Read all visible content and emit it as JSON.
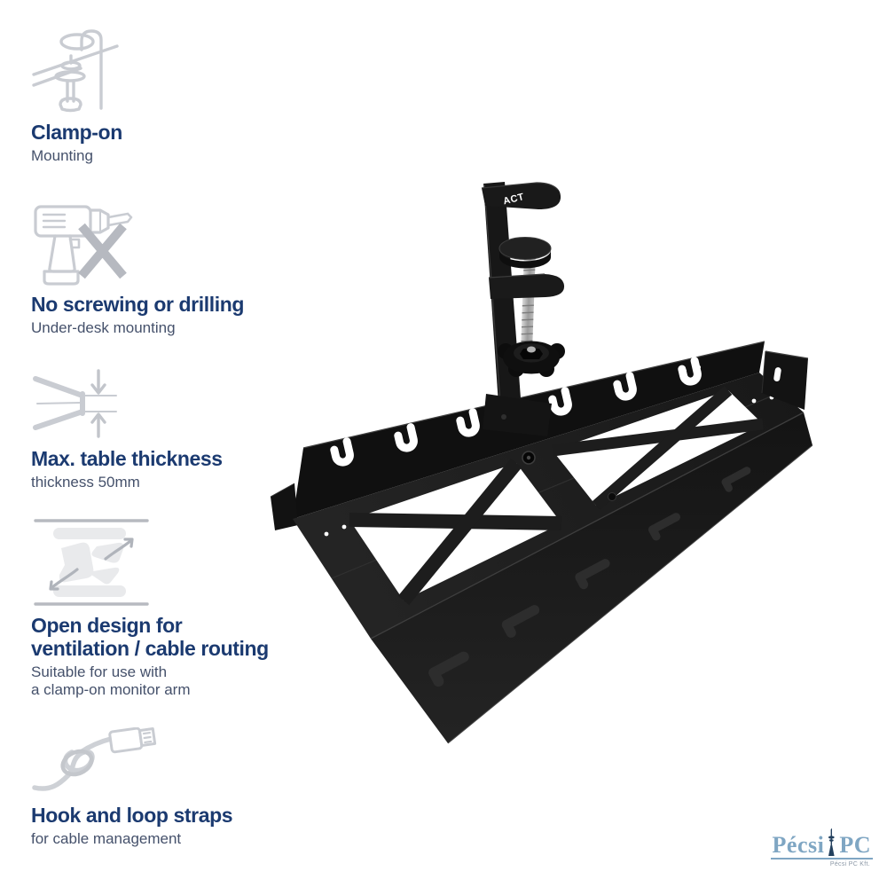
{
  "page": {
    "background": "#ffffff"
  },
  "colors": {
    "heading_navy": "#1b3a70",
    "subtext_blue_gray": "#45516b",
    "icon_line_gray": "#c9ccd2",
    "icon_accent_gray": "#b6b9c0",
    "product_black": "#1b1b1b",
    "watermark_blue": "#7fa6c3"
  },
  "features": [
    {
      "icon": "clamp-icon",
      "title_lines": [
        "Clamp-on"
      ],
      "subtitle_lines": [
        "Mounting"
      ]
    },
    {
      "icon": "drill-crossed-icon",
      "title_lines": [
        "No screwing or drilling"
      ],
      "subtitle_lines": [
        "Under-desk mounting"
      ]
    },
    {
      "icon": "table-thickness-icon",
      "title_lines": [
        "Max. table thickness"
      ],
      "subtitle_lines": [
        "thickness 50mm"
      ]
    },
    {
      "icon": "open-design-icon",
      "title_lines": [
        "Open design for",
        "ventilation / cable routing"
      ],
      "subtitle_lines": [
        "Suitable for use with",
        "a clamp-on monitor arm"
      ]
    },
    {
      "icon": "cable-strap-icon",
      "title_lines": [
        "Hook and loop straps"
      ],
      "subtitle_lines": [
        "for cable management"
      ]
    }
  ],
  "product": {
    "brand_label": "ACT",
    "description": "Black under-desk cable management tray with X cutouts and table clamp"
  },
  "watermark": {
    "text_left": "Pécsi",
    "text_right": "PC",
    "subtext": "Pécsi PC Kft."
  }
}
